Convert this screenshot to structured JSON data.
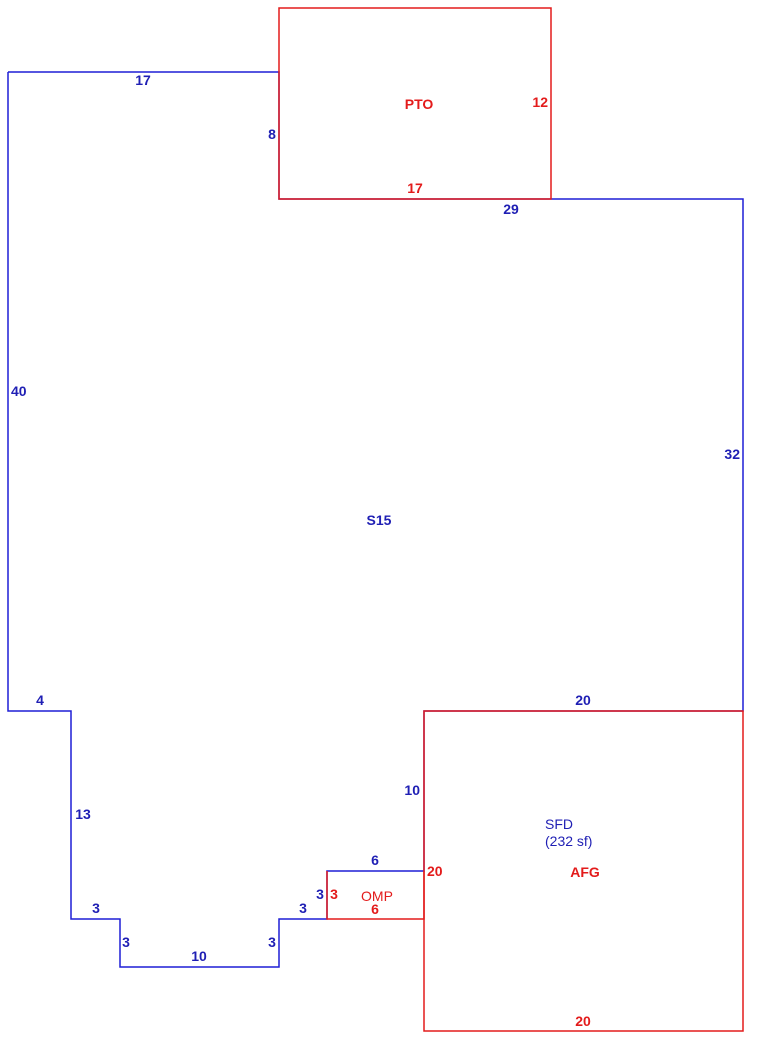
{
  "colors": {
    "main_area": "#1f1fd6",
    "addition": "#e31b1b"
  },
  "main_area": {
    "code": "S15",
    "dims": [
      "17",
      "8",
      "29",
      "32",
      "20",
      "10",
      "6",
      "3",
      "3",
      "3",
      "10",
      "3",
      "3",
      "13",
      "4",
      "40"
    ]
  },
  "porch": {
    "code": "PTO",
    "dims": [
      "12",
      "17"
    ]
  },
  "garage": {
    "code": "AFG",
    "title": "SFD",
    "area": "(232 sf)",
    "dims": [
      "20",
      "20"
    ]
  },
  "stoop": {
    "code": "OMP",
    "dims": [
      "3",
      "6",
      "20"
    ]
  }
}
